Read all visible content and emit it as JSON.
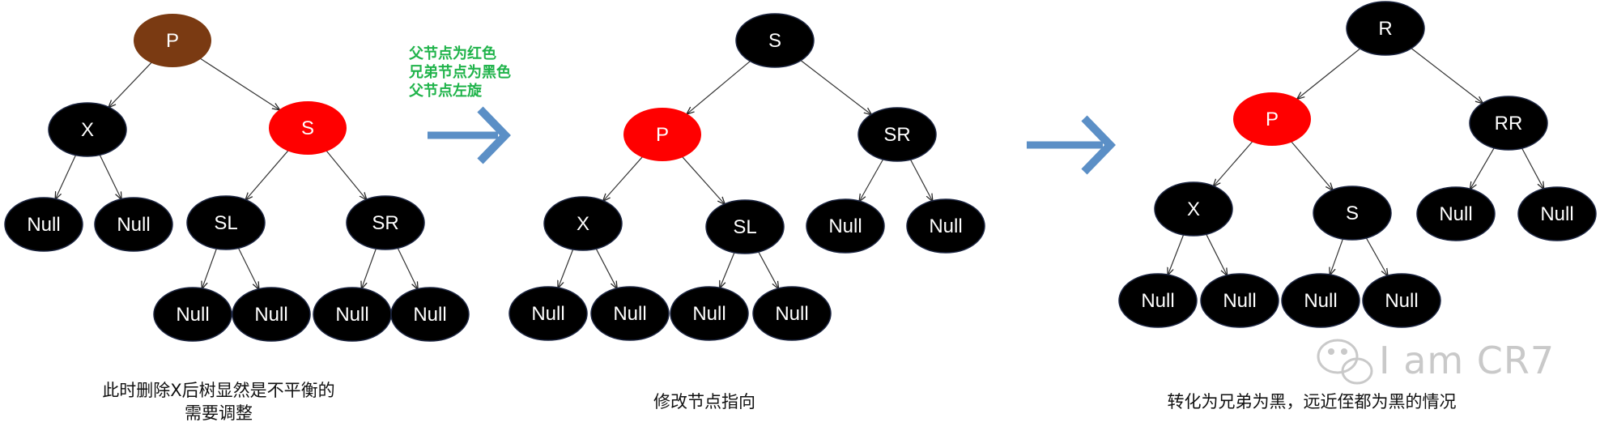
{
  "colors": {
    "black": "#000000",
    "red": "#ff0000",
    "brown": "#7a3a12",
    "arrow": "#5b8fc6",
    "note": "#1fb34a"
  },
  "diagram1": {
    "nodes": [
      {
        "id": "p",
        "label": "P",
        "color": "brown"
      },
      {
        "id": "x",
        "label": "X",
        "color": "black"
      },
      {
        "id": "s",
        "label": "S",
        "color": "red"
      },
      {
        "id": "n1",
        "label": "Null",
        "color": "black"
      },
      {
        "id": "n2",
        "label": "Null",
        "color": "black"
      },
      {
        "id": "sl",
        "label": "SL",
        "color": "black"
      },
      {
        "id": "sr",
        "label": "SR",
        "color": "black"
      },
      {
        "id": "n3",
        "label": "Null",
        "color": "black"
      },
      {
        "id": "n4",
        "label": "Null",
        "color": "black"
      },
      {
        "id": "n5",
        "label": "Null",
        "color": "black"
      },
      {
        "id": "n6",
        "label": "Null",
        "color": "black"
      }
    ],
    "edges": [
      [
        "p",
        "x"
      ],
      [
        "p",
        "s"
      ],
      [
        "x",
        "n1"
      ],
      [
        "x",
        "n2"
      ],
      [
        "s",
        "sl"
      ],
      [
        "s",
        "sr"
      ],
      [
        "sl",
        "n3"
      ],
      [
        "sl",
        "n4"
      ],
      [
        "sr",
        "n5"
      ],
      [
        "sr",
        "n6"
      ]
    ],
    "caption_line1": "此时删除X后树显然是不平衡的",
    "caption_line2": "需要调整"
  },
  "transition1": {
    "note_lines": [
      "父节点为红色",
      "兄弟节点为黑色",
      "父节点左旋"
    ]
  },
  "diagram2": {
    "nodes": [
      {
        "id": "s",
        "label": "S",
        "color": "black"
      },
      {
        "id": "p",
        "label": "P",
        "color": "red"
      },
      {
        "id": "sr",
        "label": "SR",
        "color": "black"
      },
      {
        "id": "x",
        "label": "X",
        "color": "black"
      },
      {
        "id": "sl",
        "label": "SL",
        "color": "black"
      },
      {
        "id": "n1",
        "label": "Null",
        "color": "black"
      },
      {
        "id": "n2",
        "label": "Null",
        "color": "black"
      },
      {
        "id": "n3",
        "label": "Null",
        "color": "black"
      },
      {
        "id": "n4",
        "label": "Null",
        "color": "black"
      },
      {
        "id": "n5",
        "label": "Null",
        "color": "black"
      },
      {
        "id": "n6",
        "label": "Null",
        "color": "black"
      }
    ],
    "edges": [
      [
        "s",
        "p"
      ],
      [
        "s",
        "sr"
      ],
      [
        "p",
        "x"
      ],
      [
        "p",
        "sl"
      ],
      [
        "x",
        "n1"
      ],
      [
        "x",
        "n2"
      ],
      [
        "sl",
        "n3"
      ],
      [
        "sl",
        "n4"
      ],
      [
        "sr",
        "n5"
      ],
      [
        "sr",
        "n6"
      ]
    ],
    "caption": "修改节点指向"
  },
  "diagram3": {
    "nodes": [
      {
        "id": "r",
        "label": "R",
        "color": "black"
      },
      {
        "id": "p",
        "label": "P",
        "color": "red"
      },
      {
        "id": "rr",
        "label": "RR",
        "color": "black"
      },
      {
        "id": "x",
        "label": "X",
        "color": "black"
      },
      {
        "id": "s",
        "label": "S",
        "color": "black"
      },
      {
        "id": "n5",
        "label": "Null",
        "color": "black"
      },
      {
        "id": "n6",
        "label": "Null",
        "color": "black"
      },
      {
        "id": "n1",
        "label": "Null",
        "color": "black"
      },
      {
        "id": "n2",
        "label": "Null",
        "color": "black"
      },
      {
        "id": "n3",
        "label": "Null",
        "color": "black"
      },
      {
        "id": "n4",
        "label": "Null",
        "color": "black"
      }
    ],
    "edges": [
      [
        "r",
        "p"
      ],
      [
        "r",
        "rr"
      ],
      [
        "p",
        "x"
      ],
      [
        "p",
        "s"
      ],
      [
        "rr",
        "n5"
      ],
      [
        "rr",
        "n6"
      ],
      [
        "x",
        "n1"
      ],
      [
        "x",
        "n2"
      ],
      [
        "s",
        "n3"
      ],
      [
        "s",
        "n4"
      ]
    ],
    "caption": "转化为兄弟为黑，远近侄都为黑的情况"
  },
  "watermark": {
    "icon": "wechat-icon",
    "text": "I am CR7"
  }
}
